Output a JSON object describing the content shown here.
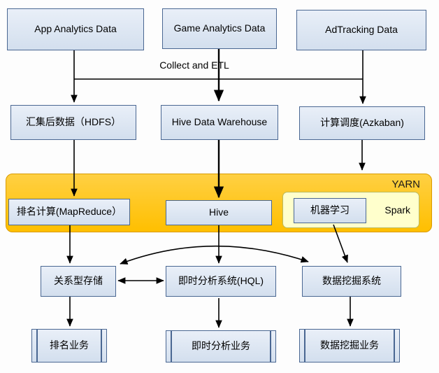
{
  "diagram": {
    "labels": {
      "collect_etl": "Collect and ETL",
      "yarn": "YARN",
      "spark": "Spark"
    },
    "nodes": {
      "app_analytics": "App Analytics Data",
      "game_analytics": "Game Analytics Data",
      "adtracking": "AdTracking Data",
      "hdfs": "汇集后数据（HDFS）",
      "hive_dw": "Hive Data Warehouse",
      "azkaban": "计算调度(Azkaban)",
      "mapreduce": "排名计算(MapReduce）",
      "hive": "Hive",
      "ml": "机器学习",
      "rel_storage": "关系型存储",
      "hql": "即时分析系统(HQL)",
      "mining_sys": "数据挖掘系统",
      "ranking_biz": "排名业务",
      "instant_biz": "即时分析业务",
      "mining_biz": "数据挖掘业务"
    },
    "colors": {
      "node_fill": "#d3dfee",
      "node_border": "#4a6792",
      "yarn_fill": "#ffc000",
      "yarn_border": "#d99a00",
      "spark_fill": "#ffffcc",
      "spark_border": "#b9b95e",
      "connector": "#000000"
    }
  }
}
